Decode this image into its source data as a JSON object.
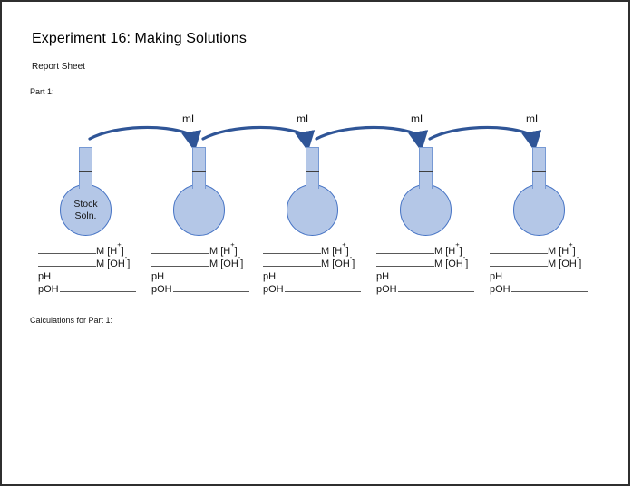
{
  "page": {
    "title": "Experiment 16: Making Solutions",
    "subtitle": "Report Sheet",
    "section_label": "Part 1:",
    "calculations_label": "Calculations for Part 1:"
  },
  "diagram": {
    "transfers": [
      {
        "unit": "mL"
      },
      {
        "unit": "mL"
      },
      {
        "unit": "mL"
      },
      {
        "unit": "mL"
      }
    ],
    "flasks": [
      {
        "label_line1": "Stock",
        "label_line2": "Soln."
      },
      {
        "label_line1": "",
        "label_line2": ""
      },
      {
        "label_line1": "",
        "label_line2": ""
      },
      {
        "label_line1": "",
        "label_line2": ""
      },
      {
        "label_line1": "",
        "label_line2": ""
      }
    ],
    "colors": {
      "flask_fill": "#b4c7e7",
      "flask_border": "#4472c4",
      "arrow": "#2f5597"
    }
  },
  "measurements": {
    "columns": [
      {
        "h": {
          "pre": "M [H",
          "sup": "+",
          "post": "]"
        },
        "oh": {
          "pre": "M [OH",
          "sup": "-",
          "post": "]"
        },
        "ph": "pH",
        "poh": "pOH"
      },
      {
        "h": {
          "pre": "M [H",
          "sup": "+",
          "post": "]"
        },
        "oh": {
          "pre": "M [OH",
          "sup": "-",
          "post": "]"
        },
        "ph": "pH",
        "poh": "pOH"
      },
      {
        "h": {
          "pre": "M [H",
          "sup": "+",
          "post": "]"
        },
        "oh": {
          "pre": "M [OH",
          "sup": "-",
          "post": "]"
        },
        "ph": "pH",
        "poh": "pOH"
      },
      {
        "h": {
          "pre": "M [H",
          "sup": "+",
          "post": "]"
        },
        "oh": {
          "pre": "M [OH",
          "sup": "-",
          "post": "]"
        },
        "ph": "pH",
        "poh": "pOH"
      },
      {
        "h": {
          "pre": "M [H",
          "sup": "+",
          "post": "]"
        },
        "oh": {
          "pre": "M [OH",
          "sup": "-",
          "post": "]"
        },
        "ph": "pH",
        "poh": "pOH"
      }
    ]
  }
}
